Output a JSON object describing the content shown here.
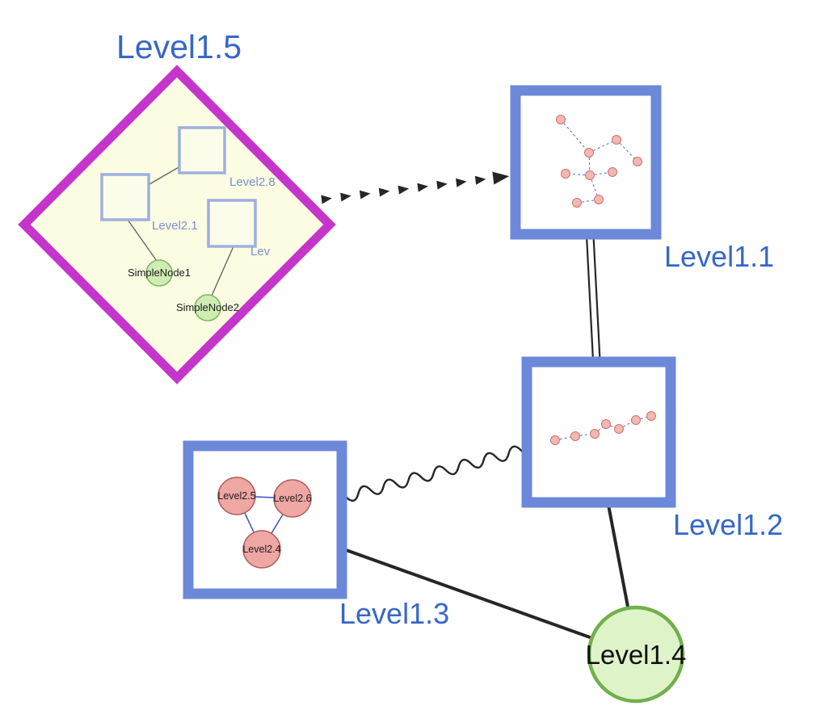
{
  "colors": {
    "label_blue": "#3767c8",
    "diamond_border": "#c535cb",
    "diamond_fill": "#fbfce2",
    "big_square_border": "#6c88d8",
    "big_square_fill": "#ffffff",
    "inner_square_border": "#9db0de",
    "inner_square_fill": "#fbfdea",
    "green_node_fill": "#cfecb4",
    "green_node_border": "#7fb958",
    "level14_fill": "#dff3c9",
    "level14_border": "#71b04c",
    "pink_node_fill": "#f3b8b2",
    "pink_node_border": "#c9746e",
    "mini_edge_blue": "#5b6bd0",
    "edge_black": "#262626"
  },
  "nodes": {
    "level15": {
      "label": "Level1.5",
      "shape": "diamond",
      "border_color": "#c535cb",
      "fill_color": "#fbfce2",
      "label_color": "#3767c8"
    },
    "level11": {
      "label": "Level1.1",
      "shape": "square",
      "border_color": "#6c88d8",
      "fill_color": "#ffffff",
      "label_color": "#3767c8"
    },
    "level12": {
      "label": "Level1.2",
      "shape": "square",
      "border_color": "#6c88d8",
      "fill_color": "#ffffff",
      "label_color": "#3767c8"
    },
    "level13": {
      "label": "Level1.3",
      "shape": "square",
      "border_color": "#6c88d8",
      "fill_color": "#ffffff",
      "label_color": "#3767c8"
    },
    "level14": {
      "label": "Level1.4",
      "shape": "circle",
      "border_color": "#71b04c",
      "fill_color": "#dff3c9",
      "label_color": "#101010"
    }
  },
  "level15_children": {
    "level28": {
      "label": "Level2.8",
      "shape": "square"
    },
    "level21": {
      "label": "Level2.1",
      "shape": "square"
    },
    "lev": {
      "label": "Lev",
      "shape": "square"
    },
    "simplenode1": {
      "label": "SimpleNode1",
      "shape": "circle"
    },
    "simplenode2": {
      "label": "SimpleNode2",
      "shape": "circle"
    }
  },
  "level13_children": {
    "level25": {
      "label": "Level2.5"
    },
    "level26": {
      "label": "Level2.6"
    },
    "level24": {
      "label": "Level2.4"
    }
  },
  "level11_children": {
    "node_count": 9,
    "node_style": "small pink circles",
    "edge_style": "dashed blue"
  },
  "level12_children": {
    "node_count": 7,
    "node_style": "small pink circles",
    "edge_style": "dashed blue"
  },
  "edges": [
    {
      "from": "Level1.5",
      "to": "Level1.1",
      "style": "bold dashed arrowheads"
    },
    {
      "from": "Level1.1",
      "to": "Level1.2",
      "style": "double parallel line"
    },
    {
      "from": "Level1.3",
      "to": "Level1.2",
      "style": "wavy line"
    },
    {
      "from": "Level1.3",
      "to": "Level1.4",
      "style": "solid line"
    },
    {
      "from": "Level1.2",
      "to": "Level1.4",
      "style": "solid line"
    }
  ]
}
